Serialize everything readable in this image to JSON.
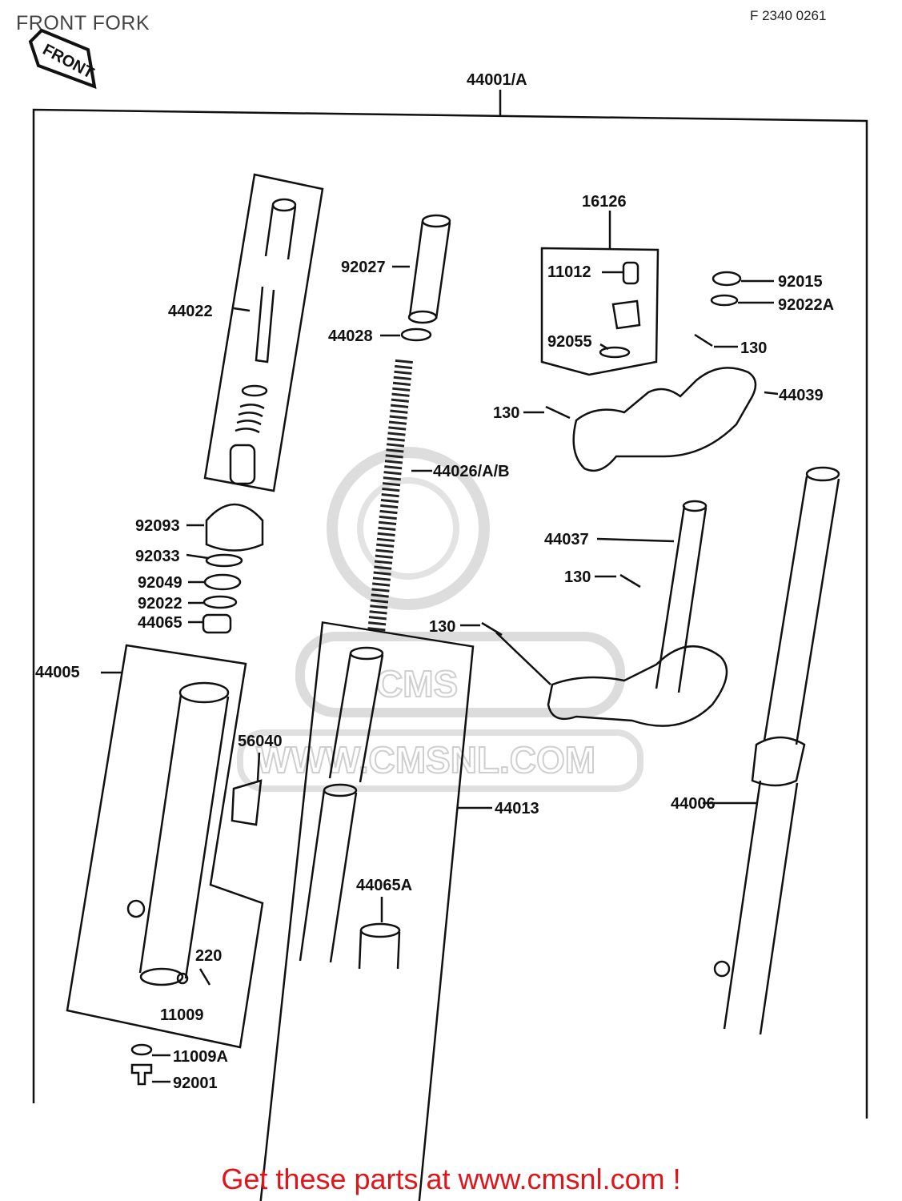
{
  "header": {
    "title": "FRONT FORK",
    "ref_code": "F 2340 0261",
    "front_tag": "FRONT"
  },
  "watermark": {
    "logo": "CMS",
    "url": "WWW.CMSNL.COM"
  },
  "parts": {
    "assembly": "44001/A",
    "p44022": "44022",
    "p92027": "92027",
    "p44028": "44028",
    "p16126": "16126",
    "p11012": "11012",
    "p92055": "92055",
    "p92015": "92015",
    "p92022A": "92022A",
    "p130_a": "130",
    "p44039": "44039",
    "p130_b": "130",
    "p44026": "44026/A/B",
    "p92093": "92093",
    "p92033": "92033",
    "p92049": "92049",
    "p92022": "92022",
    "p44065": "44065",
    "p44037": "44037",
    "p130_c": "130",
    "p130_d": "130",
    "p44005": "44005",
    "p56040": "56040",
    "p44013": "44013",
    "p44006": "44006",
    "p44065A": "44065A",
    "p220": "220",
    "p11009": "11009",
    "p11009A": "11009A",
    "p92001": "92001"
  },
  "footer": {
    "text": "Get these parts at www.cmsnl.com !"
  }
}
